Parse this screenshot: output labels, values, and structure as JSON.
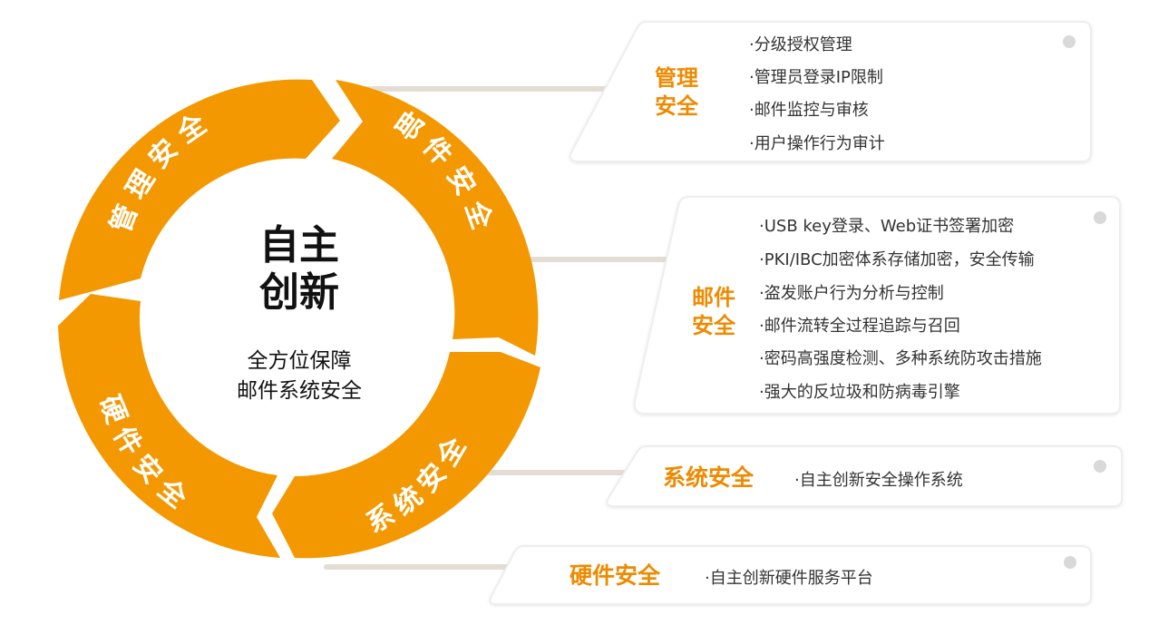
{
  "center": {
    "title_line1": "自主",
    "title_line2": "创新",
    "subtitle_line1": "全方位保障",
    "subtitle_line2": "邮件系统安全"
  },
  "ring": {
    "segments": [
      {
        "label": "管理安全"
      },
      {
        "label": "邮件安全"
      },
      {
        "label": "系统安全"
      },
      {
        "label": "硬件安全"
      }
    ]
  },
  "panels": {
    "management": {
      "title_line1": "管理",
      "title_line2": "安全",
      "items": [
        "·分级授权管理",
        "·管理员登录IP限制",
        "·邮件监控与审核",
        "·用户操作行为审计"
      ]
    },
    "mail": {
      "title_line1": "邮件",
      "title_line2": "安全",
      "items": [
        "·USB key登录、Web证书签署加密",
        "·PKI/IBC加密体系存储加密，安全传输",
        "·盗发账户行为分析与控制",
        "·邮件流转全过程追踪与召回",
        "·密码高强度检测、多种系统防攻击措施",
        "·强大的反垃圾和防病毒引擎"
      ]
    },
    "system": {
      "title": "系统安全",
      "items": [
        "·自主创新安全操作系统"
      ]
    },
    "hardware": {
      "title": "硬件安全",
      "items": [
        "·自主创新硬件服务平台"
      ]
    }
  },
  "colors": {
    "accent": "#f39800",
    "panel_border": "#eeeeee",
    "connector": "#e4ddd4",
    "dot": "#d9d9d9"
  }
}
